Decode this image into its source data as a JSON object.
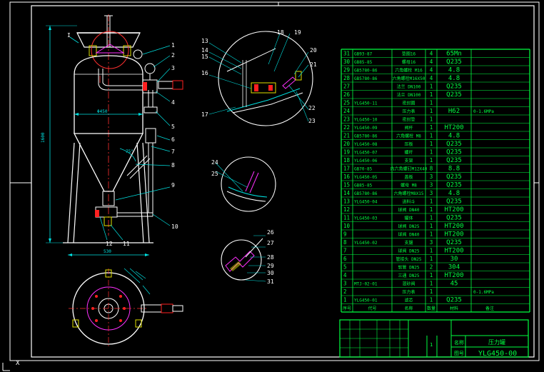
{
  "colors": {
    "background": "#000000",
    "frame": "#ffffff",
    "outline": "#ffffff",
    "centerline": "#ff3030",
    "dimension": "#00e0e0",
    "leader": "#00e0e0",
    "label": "#ffffff",
    "table_line": "#00ff40",
    "table_text": "#00ff40",
    "accent_red": "#ff2020",
    "accent_yellow": "#e0e000",
    "accent_magenta": "#ff30ff",
    "accent_green": "#20c020"
  },
  "balloons_main": [
    "1",
    "2",
    "3",
    "4",
    "5",
    "6",
    "7",
    "8",
    "9",
    "10",
    "11",
    "12"
  ],
  "balloon_1_top": "I",
  "balloons_detail_a": [
    "13",
    "14",
    "15",
    "16",
    "17",
    "18",
    "19",
    "20",
    "21",
    "22",
    "23"
  ],
  "balloons_detail_b": [
    "24",
    "25"
  ],
  "balloons_detail_c": [
    "26",
    "27",
    "28",
    "29",
    "30",
    "31"
  ],
  "dimensions": {
    "diameter": "Φ450",
    "base_width": "530",
    "height": "1600",
    "cone_angle": "75°"
  },
  "bom": [
    {
      "no": "31",
      "code": "GB93-87",
      "name": "垫圈16",
      "qty": "4",
      "mat": "65Mn",
      "note": ""
    },
    {
      "no": "30",
      "code": "GB85-85",
      "name": "螺母16",
      "qty": "4",
      "mat": "Q235",
      "note": ""
    },
    {
      "no": "29",
      "code": "GB5780-86",
      "name": "六角螺栓 M16",
      "qty": "4",
      "mat": "4.8",
      "note": ""
    },
    {
      "no": "28",
      "code": "GB5780-86",
      "name": "六角螺栓M16X50",
      "qty": "4",
      "mat": "4.8",
      "note": ""
    },
    {
      "no": "27",
      "code": "",
      "name": "法兰 DN100",
      "qty": "1",
      "mat": "Q235",
      "note": ""
    },
    {
      "no": "26",
      "code": "",
      "name": "法兰 DN100",
      "qty": "1",
      "mat": "Q235",
      "note": ""
    },
    {
      "no": "25",
      "code": "YLG450-11",
      "name": "密封圈",
      "qty": "1",
      "mat": "",
      "note": ""
    },
    {
      "no": "24",
      "code": "",
      "name": "压力表",
      "qty": "1",
      "mat": "H62",
      "note": "0-1.6MPa"
    },
    {
      "no": "23",
      "code": "YLG450-10",
      "name": "密封垫",
      "qty": "1",
      "mat": "",
      "note": ""
    },
    {
      "no": "22",
      "code": "YLG450-09",
      "name": "阀杆",
      "qty": "1",
      "mat": "HT200",
      "note": ""
    },
    {
      "no": "21",
      "code": "GB5780-86",
      "name": "六角螺栓 M8",
      "qty": "1",
      "mat": "4.8",
      "note": ""
    },
    {
      "no": "20",
      "code": "YLG450-08",
      "name": "压板",
      "qty": "1",
      "mat": "Q235",
      "note": ""
    },
    {
      "no": "19",
      "code": "YLG450-07",
      "name": "螺杆",
      "qty": "1",
      "mat": "Q235",
      "note": ""
    },
    {
      "no": "18",
      "code": "YLG450-06",
      "name": "支架",
      "qty": "1",
      "mat": "Q235",
      "note": ""
    },
    {
      "no": "17",
      "code": "GB70-85",
      "name": "内六角螺钉M12X40",
      "qty": "8",
      "mat": "8.8",
      "note": ""
    },
    {
      "no": "16",
      "code": "YLG450-05",
      "name": "盖板",
      "qty": "3",
      "mat": "Q235",
      "note": ""
    },
    {
      "no": "15",
      "code": "GB85-85",
      "name": "螺母 M8",
      "qty": "3",
      "mat": "Q235",
      "note": ""
    },
    {
      "no": "14",
      "code": "GB5780-86",
      "name": "六角螺栓M8X15",
      "qty": "3",
      "mat": "4.8",
      "note": ""
    },
    {
      "no": "13",
      "code": "YLG450-04",
      "name": "进料斗",
      "qty": "1",
      "mat": "Q235",
      "note": ""
    },
    {
      "no": "12",
      "code": "",
      "name": "球阀 DN40",
      "qty": "1",
      "mat": "HT200",
      "note": ""
    },
    {
      "no": "11",
      "code": "YLG450-03",
      "name": "罐体",
      "qty": "1",
      "mat": "Q235",
      "note": ""
    },
    {
      "no": "10",
      "code": "",
      "name": "球阀 DN25",
      "qty": "1",
      "mat": "HT200",
      "note": ""
    },
    {
      "no": "9",
      "code": "",
      "name": "球阀 DN40",
      "qty": "1",
      "mat": "HT200",
      "note": ""
    },
    {
      "no": "8",
      "code": "YLG450-02",
      "name": "支腿",
      "qty": "3",
      "mat": "Q235",
      "note": ""
    },
    {
      "no": "7",
      "code": "",
      "name": "球阀 DN25",
      "qty": "1",
      "mat": "HT200",
      "note": ""
    },
    {
      "no": "6",
      "code": "",
      "name": "管接头 DN25",
      "qty": "1",
      "mat": "30",
      "note": ""
    },
    {
      "no": "5",
      "code": "",
      "name": "软管 DN25",
      "qty": "2",
      "mat": "304",
      "note": ""
    },
    {
      "no": "4",
      "code": "",
      "name": "三通 DN25",
      "qty": "1",
      "mat": "HT200",
      "note": ""
    },
    {
      "no": "3",
      "code": "MTJ-02-01",
      "name": "混砂阀",
      "qty": "1",
      "mat": "45",
      "note": ""
    },
    {
      "no": "2",
      "code": "",
      "name": "压力表",
      "qty": "1",
      "mat": "",
      "note": "0-1.6MPa"
    },
    {
      "no": "1",
      "code": "YLG450-01",
      "name": "滤芯",
      "qty": "1",
      "mat": "Q235",
      "note": ""
    }
  ],
  "bom_header": {
    "no": "序号",
    "code": "代号",
    "name": "名称",
    "qty": "数量",
    "mat": "材料",
    "note": "备注"
  },
  "title_block": {
    "name_label": "名称",
    "name_value": "压力罐",
    "drawing_no_label": "图号",
    "drawing_no_value": "YLG450-00",
    "scale_value": "1"
  }
}
